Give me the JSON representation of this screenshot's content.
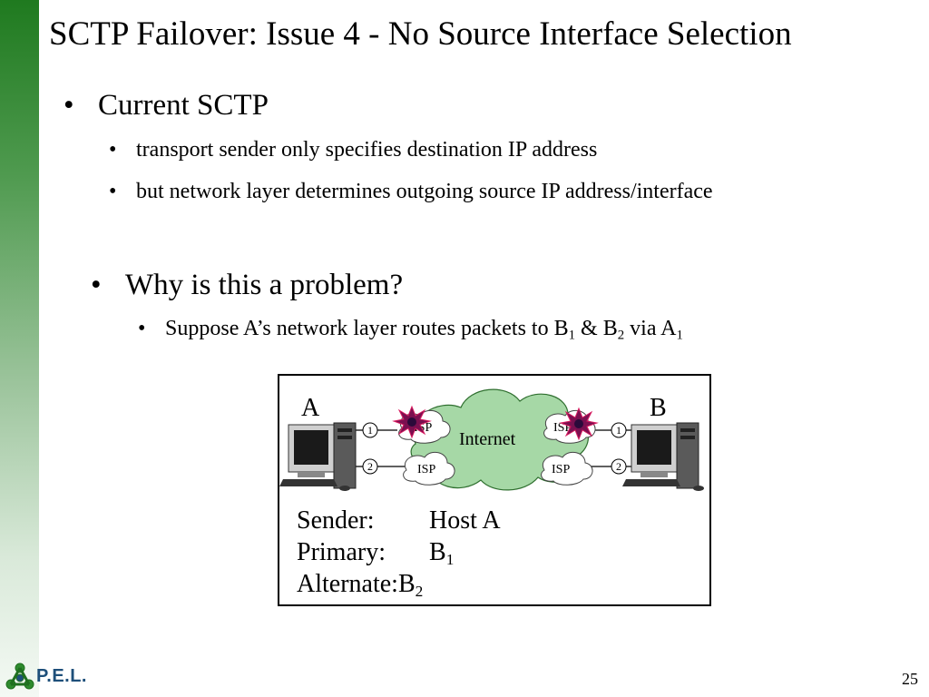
{
  "slide": {
    "title": "SCTP Failover: Issue 4 - No Source Interface Selection",
    "bullets": [
      {
        "text": "Current SCTP"
      },
      {
        "text": "transport sender only specifies destination IP address"
      },
      {
        "text": "but network layer determines outgoing source IP address/interface"
      },
      {
        "text": "Why is this a problem?"
      }
    ],
    "suppose": {
      "prefix": "Suppose A’s network layer routes packets to B",
      "sub1": "1",
      "mid1": " & B",
      "sub2": "2",
      "mid2": " via A",
      "sub3": "1"
    },
    "diagram": {
      "host_a": "A",
      "host_b": "B",
      "cloud": "Internet",
      "isp": "ISP",
      "port1": "1",
      "port2": "2",
      "sender_key": "Sender:",
      "sender_val": "Host A",
      "primary_key": "Primary:",
      "primary_val": "B",
      "primary_sub": "1",
      "alternate_key": "Alternate:",
      "alternate_val": "B",
      "alternate_sub": "2"
    },
    "footer": {
      "logo": "P.E.L.",
      "page_number": "25"
    }
  }
}
